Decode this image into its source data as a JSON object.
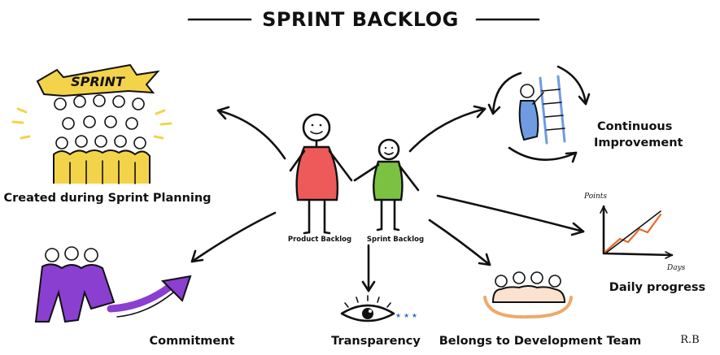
{
  "title": "SPRINT BACKLOG",
  "center": {
    "left_figure_label": "Product Backlog",
    "right_figure_label": "Sprint Backlog"
  },
  "nodes": {
    "planning": {
      "label": "Created during Sprint Planning",
      "banner": "SPRINT"
    },
    "improvement": {
      "line1": "Continuous",
      "line2": "Improvement"
    },
    "daily": {
      "label": "Daily progress",
      "y_axis": "Points",
      "x_axis": "Days"
    },
    "commitment": {
      "label": "Commitment"
    },
    "transparency": {
      "label": "Transparency"
    },
    "team": {
      "label": "Belongs to Development Team"
    }
  },
  "signature": "R.B",
  "colors": {
    "product_backlog": "#ee5a5a",
    "sprint_backlog": "#7cc242",
    "planning_accent": "#f3d34a",
    "improvement_accent": "#6f9be0",
    "commitment_accent": "#8a3fd1",
    "team_accent": "#f0a868",
    "burndown_accent": "#e56a2a"
  }
}
